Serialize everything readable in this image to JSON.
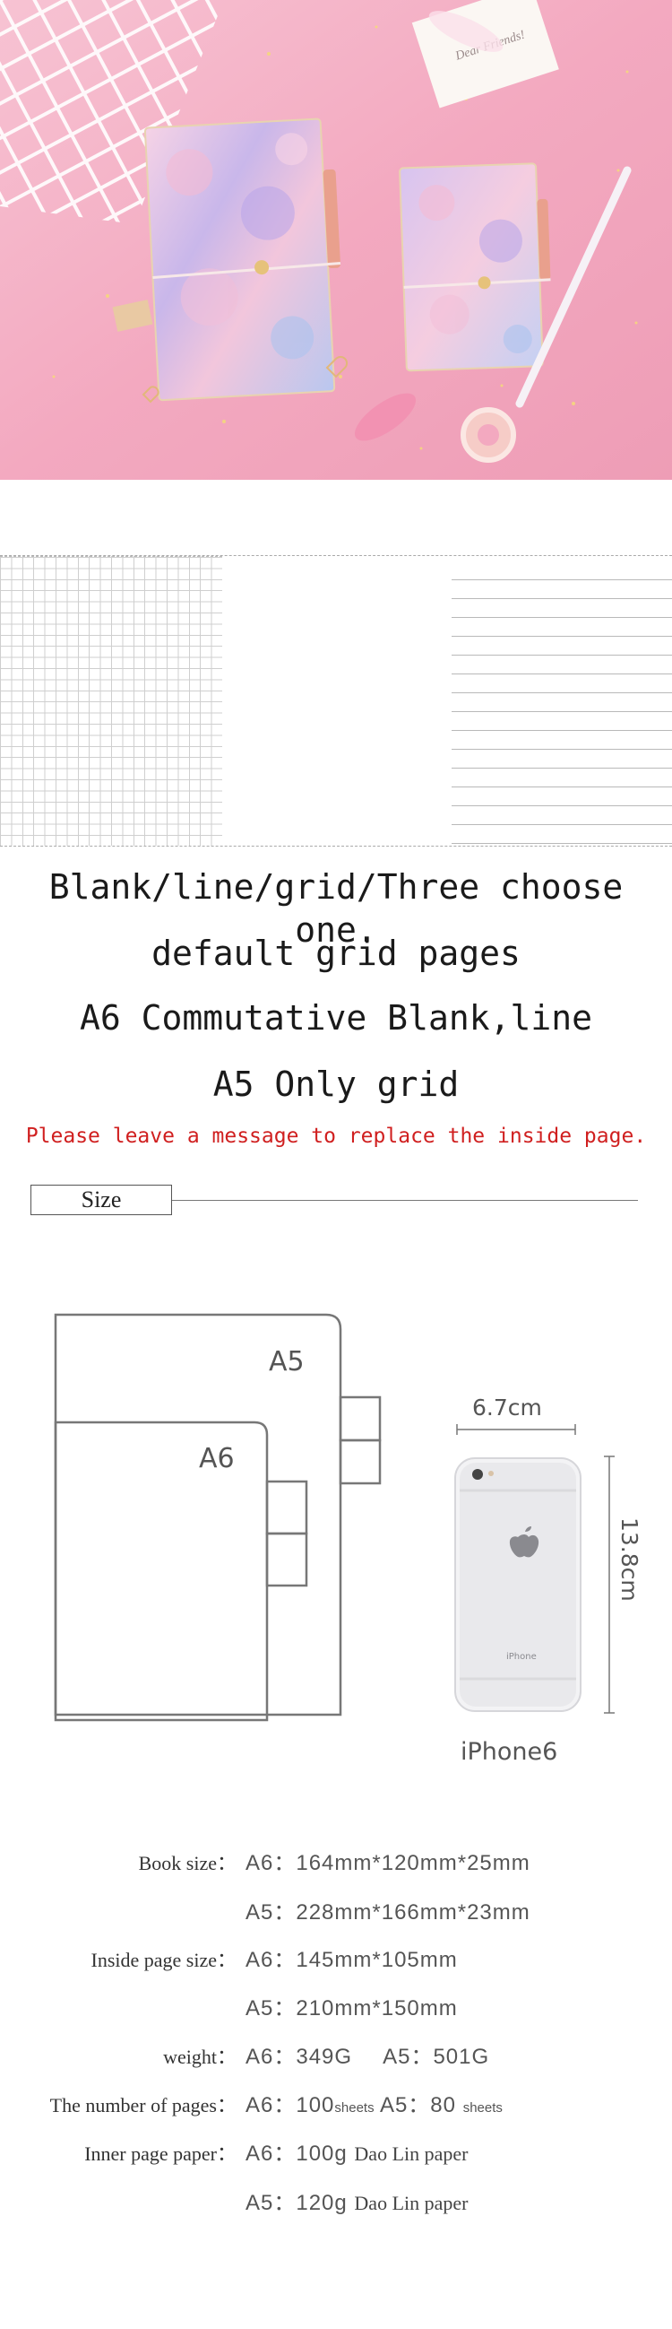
{
  "hero": {
    "card_text": "Dear Friends!"
  },
  "paper_options": {
    "line1": "Blank/line/grid/Three choose one.",
    "line2": "default grid pages",
    "line3": "A6 Commutative Blank,line",
    "line4": "A5 Only grid",
    "notice": "Please leave a message to replace the inside page."
  },
  "size_section": {
    "heading": "Size"
  },
  "diagram": {
    "a5_label": "A5",
    "a6_label": "A6",
    "width_label": "6.7cm",
    "height_label": "13.8cm",
    "phone_brand": "iPhone",
    "phone_caption": "iPhone6"
  },
  "specs": {
    "book_size": {
      "label": "Book size：",
      "a6": "A6：164mm*120mm*25mm",
      "a5": "A5：228mm*166mm*23mm"
    },
    "inside_page_size": {
      "label": "Inside page size：",
      "a6": "A6：145mm*105mm",
      "a5": "A5：210mm*150mm"
    },
    "weight": {
      "label": "weight：",
      "a6": "A6：349G",
      "a5": "A5：501G"
    },
    "pages": {
      "label": "The number of pages：",
      "a6": "A6：100",
      "a6_unit": "sheets",
      "a5": "A5：80",
      "a5_unit": "sheets"
    },
    "inner_paper": {
      "label": "Inner page paper：",
      "a6": "A6：100g",
      "a6_type": "Dao Lin paper",
      "a5": "A5：120g",
      "a5_type": "Dao Lin paper"
    }
  },
  "colors": {
    "hero_pink": "#f3a6bf",
    "notice_red": "#d01f1f"
  }
}
